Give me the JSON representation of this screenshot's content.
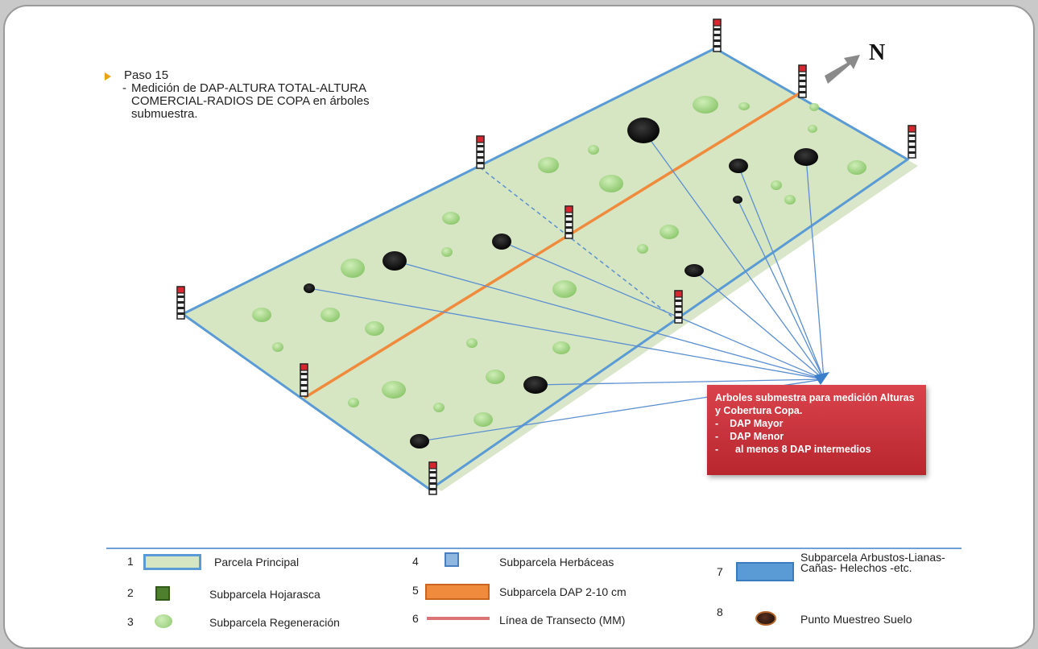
{
  "step": {
    "title": "Paso 15",
    "dash": "-",
    "description": "Medición de DAP-ALTURA TOTAL-ALTURA COMERCIAL-RADIOS DE COPA en árboles submuestra."
  },
  "north_label": "N",
  "callout": {
    "title": "Arboles submestra para medición Alturas y Cobertura Copa.",
    "items": [
      "DAP Mayor",
      "DAP Menor",
      "al menos 8 DAP intermedios"
    ]
  },
  "legend": [
    {
      "num": "1",
      "label": "Parcela Principal"
    },
    {
      "num": "2",
      "label": "Subparcela Hojarasca"
    },
    {
      "num": "3",
      "label": "Subparcela Regeneración"
    },
    {
      "num": "4",
      "label": "Subparcela Herbáceas"
    },
    {
      "num": "5",
      "label": "Subparcela DAP 2-10 cm"
    },
    {
      "num": "6",
      "label": "Línea de Transecto (MM)"
    },
    {
      "num": "7",
      "label_line1": "Subparcela Arbustos-Lianas-",
      "label_line2": "Cañas- Helechos -etc."
    },
    {
      "num": "8",
      "label": "Punto Muestreo Suelo"
    }
  ],
  "colors": {
    "plot_fill": "#d7e6c3",
    "plot_border": "#5b9bd5",
    "transect": "#f08a3c",
    "regeneration_circle": "#a9d78c",
    "sample_tree": "#121212",
    "connector": "#5b8fd0",
    "callout": "#c8323a"
  }
}
